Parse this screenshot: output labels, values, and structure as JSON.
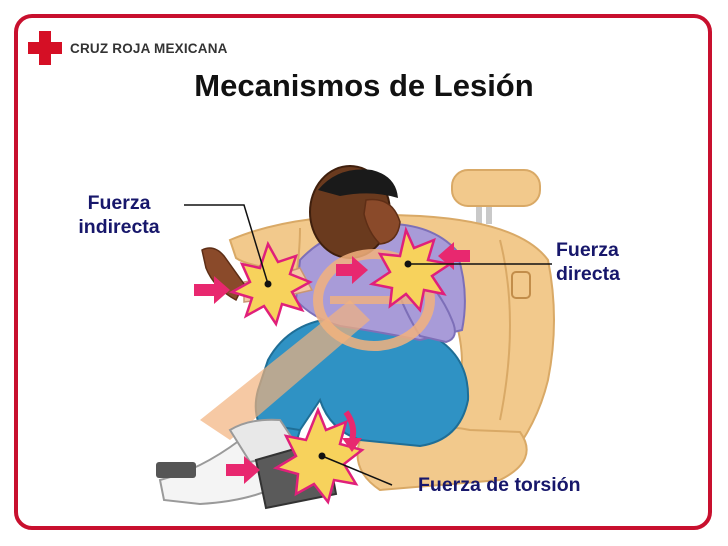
{
  "header": {
    "org_name": "CRUZ ROJA MEXICANA",
    "title": "Mecanismos de Lesión"
  },
  "labels": {
    "indirect_line1": "Fuerza",
    "indirect_line2": "indirecta",
    "direct_line1": "Fuerza",
    "direct_line2": "directa",
    "torsion": "Fuerza de torsión"
  },
  "colors": {
    "brand_red": "#d50f25",
    "label_navy": "#17176b",
    "burst_fill": "#f7d25c",
    "burst_stroke": "#e0207a",
    "arrow": "#e8286f",
    "seat": "#f2c98c"
  }
}
